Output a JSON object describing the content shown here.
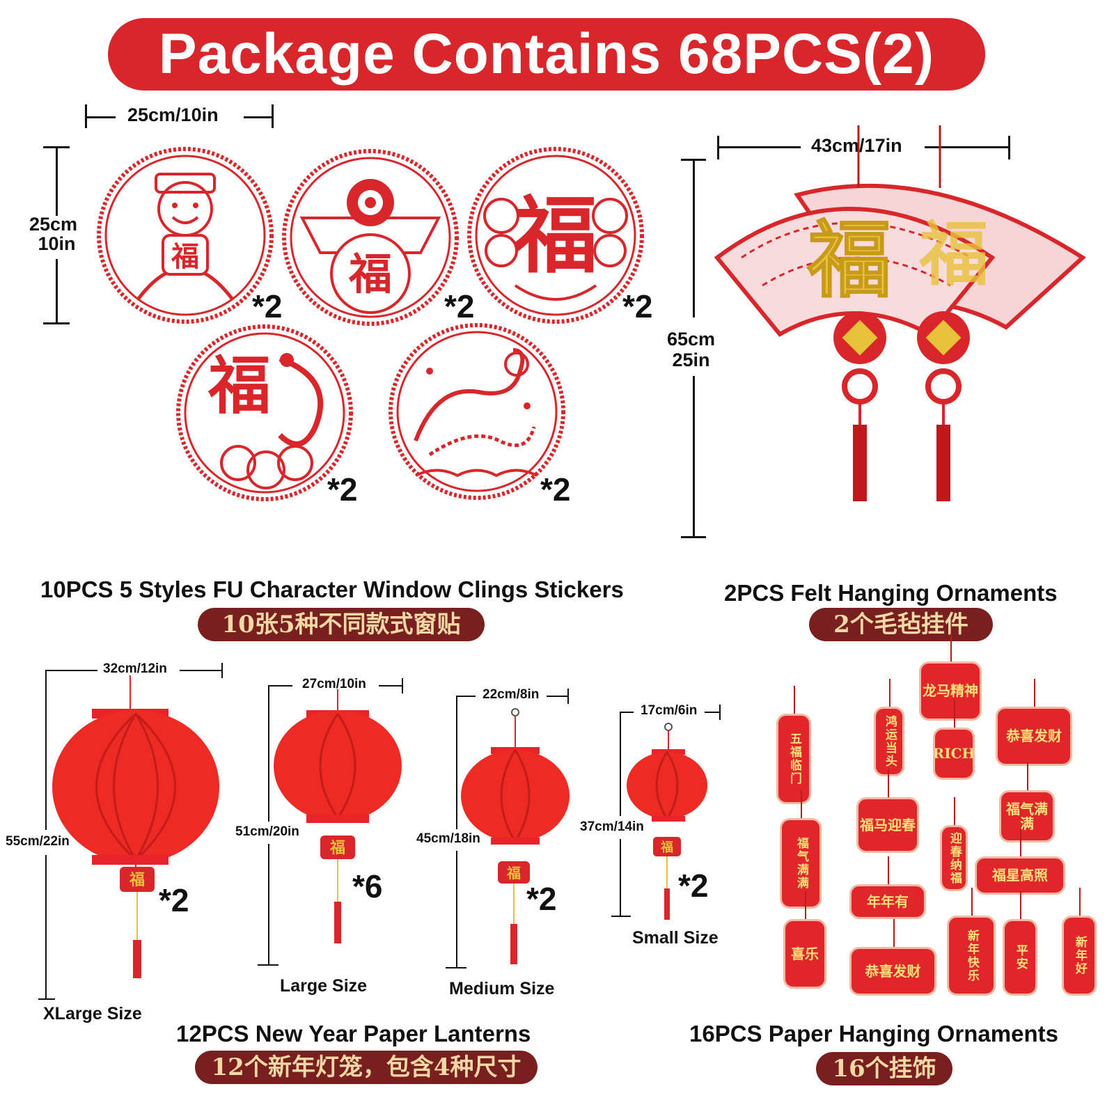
{
  "banner": {
    "title": "Package Contains 68PCS(2)"
  },
  "window_clings": {
    "width_label": "25cm/10in",
    "height_cm": "25cm",
    "height_in": "10in",
    "quantities": [
      "*2",
      "*2",
      "*2",
      "*2",
      "*2"
    ],
    "caption": "10PCS 5 Styles FU Character Window Clings Stickers",
    "caption_cn": "10张5种不同款式窗贴",
    "fu_char": "福"
  },
  "felt_ornaments": {
    "width_label": "43cm/17in",
    "height_cm": "65cm",
    "height_in": "25in",
    "caption": "2PCS Felt Hanging Ornaments",
    "caption_cn": "2个毛毡挂件",
    "fu_char": "福"
  },
  "lanterns": {
    "caption": "12PCS New Year Paper Lanterns",
    "caption_cn": "12个新年灯笼，包含4种尺寸",
    "items": [
      {
        "width": "32cm/12in",
        "height": "55cm/22in",
        "qty": "*2",
        "size": "XLarge Size"
      },
      {
        "width": "27cm/10in",
        "height": "51cm/20in",
        "qty": "*6",
        "size": "Large Size"
      },
      {
        "width": "22cm/8in",
        "height": "45cm/18in",
        "qty": "*2",
        "size": "Medium Size"
      },
      {
        "width": "17cm/6in",
        "height": "37cm/14in",
        "qty": "*2",
        "size": "Small Size"
      }
    ],
    "tag_char": "福"
  },
  "paper_ornaments": {
    "caption": "16PCS Paper Hanging Ornaments",
    "caption_cn": "16个挂饰",
    "tags": [
      "五福临门",
      "鸿运当头",
      "龙马精神",
      "RICH",
      "恭喜发财",
      "福气满满",
      "福马迎春",
      "迎春纳福",
      "福气满满",
      "福星高照",
      "年年有",
      "喜乐",
      "恭喜发财",
      "新年快乐",
      "平安",
      "新年好"
    ]
  },
  "colors": {
    "red": "#d9262b",
    "dark_red": "#7a1f1f",
    "gold": "#e8c23a",
    "pill_text": "#f4d9a6"
  }
}
